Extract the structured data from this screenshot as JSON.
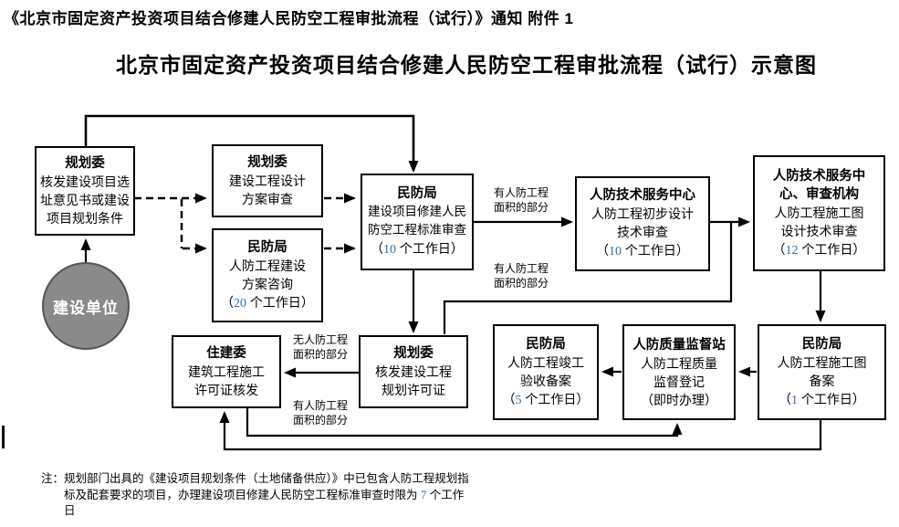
{
  "header": {
    "doc_line": "《北京市固定资产投资项目结合修建人民防空工程审批流程（试行）》通知 附件 1",
    "title": "北京市固定资产投资项目结合修建人民防空工程审批流程（试行）示意图"
  },
  "flowchart": {
    "start": {
      "label": "建设单位"
    },
    "boxes": {
      "plan_site": {
        "title": "规划委",
        "body": "核发建设项目选\n址意见书或建设\n项目规划条件"
      },
      "plan_design_review": {
        "title": "规划委",
        "body": "建设工程设计\n方案审查"
      },
      "cd_consult": {
        "title": "民防局",
        "body": "人防工程建设\n方案咨询",
        "duration": {
          "open": "（",
          "value": "20",
          "unit": " 个工作日）"
        }
      },
      "cd_standard_review": {
        "title": "民防局",
        "body": "建设项目修建人民\n防空工程标准审查",
        "duration": {
          "open": "（",
          "value": "10",
          "unit": " 个工作日）"
        }
      },
      "tech_preliminary": {
        "title": "人防技术服务中心",
        "body": "人防工程初步设计\n技术审查",
        "duration": {
          "open": "（",
          "value": "10",
          "unit": " 个工作日）"
        }
      },
      "tech_drawing_review": {
        "title": "人防技术服务中\n心、审查机构",
        "body": "人防工程施工图\n设计技术审查",
        "duration": {
          "open": "（",
          "value": "12",
          "unit": " 个工作日）"
        }
      },
      "plan_permit": {
        "title": "规划委",
        "body": "核发建设工程\n规划许可证"
      },
      "construction_permit": {
        "title": "住建委",
        "body": "建筑工程施工\n许可证核发"
      },
      "cd_completion_record": {
        "title": "民防局",
        "body": "人防工程竣工\n验收备案",
        "duration": {
          "open": "（",
          "value": "5",
          "unit": " 个工作日）"
        }
      },
      "quality_station": {
        "title": "人防质量监督站",
        "body": "人防工程质量\n监督登记\n（即时办理）"
      },
      "cd_drawing_record": {
        "title": "民防局",
        "body": "人防工程施工图\n备案",
        "duration": {
          "open": "（",
          "value": "1",
          "unit": " 个工作日）"
        }
      }
    },
    "edge_labels": {
      "with_area_top": "有人防工程\n面积的部分",
      "with_area_mid": "有人防工程\n面积的部分",
      "without_area": "无人防工程\n面积的部分",
      "with_area_bottom": "有人防工程\n面积的部分"
    }
  },
  "note": {
    "prefix": "注：",
    "body_1": "规划部门出具的《建设项目规划条件（土地储备供应）》中已包含人防工程规划指\n标及配套要求的项目，办理建设项目修建人民防空工程标准审查时限为 ",
    "value": "7",
    "body_2": " 个工作\n日"
  },
  "colors": {
    "line": "#000000",
    "box_border": "#000000",
    "start_fill": "#8a8a8a",
    "start_border": "#555555",
    "start_text": "#ffffff",
    "number_accent": "#2f6fa8",
    "text": "#000000"
  }
}
